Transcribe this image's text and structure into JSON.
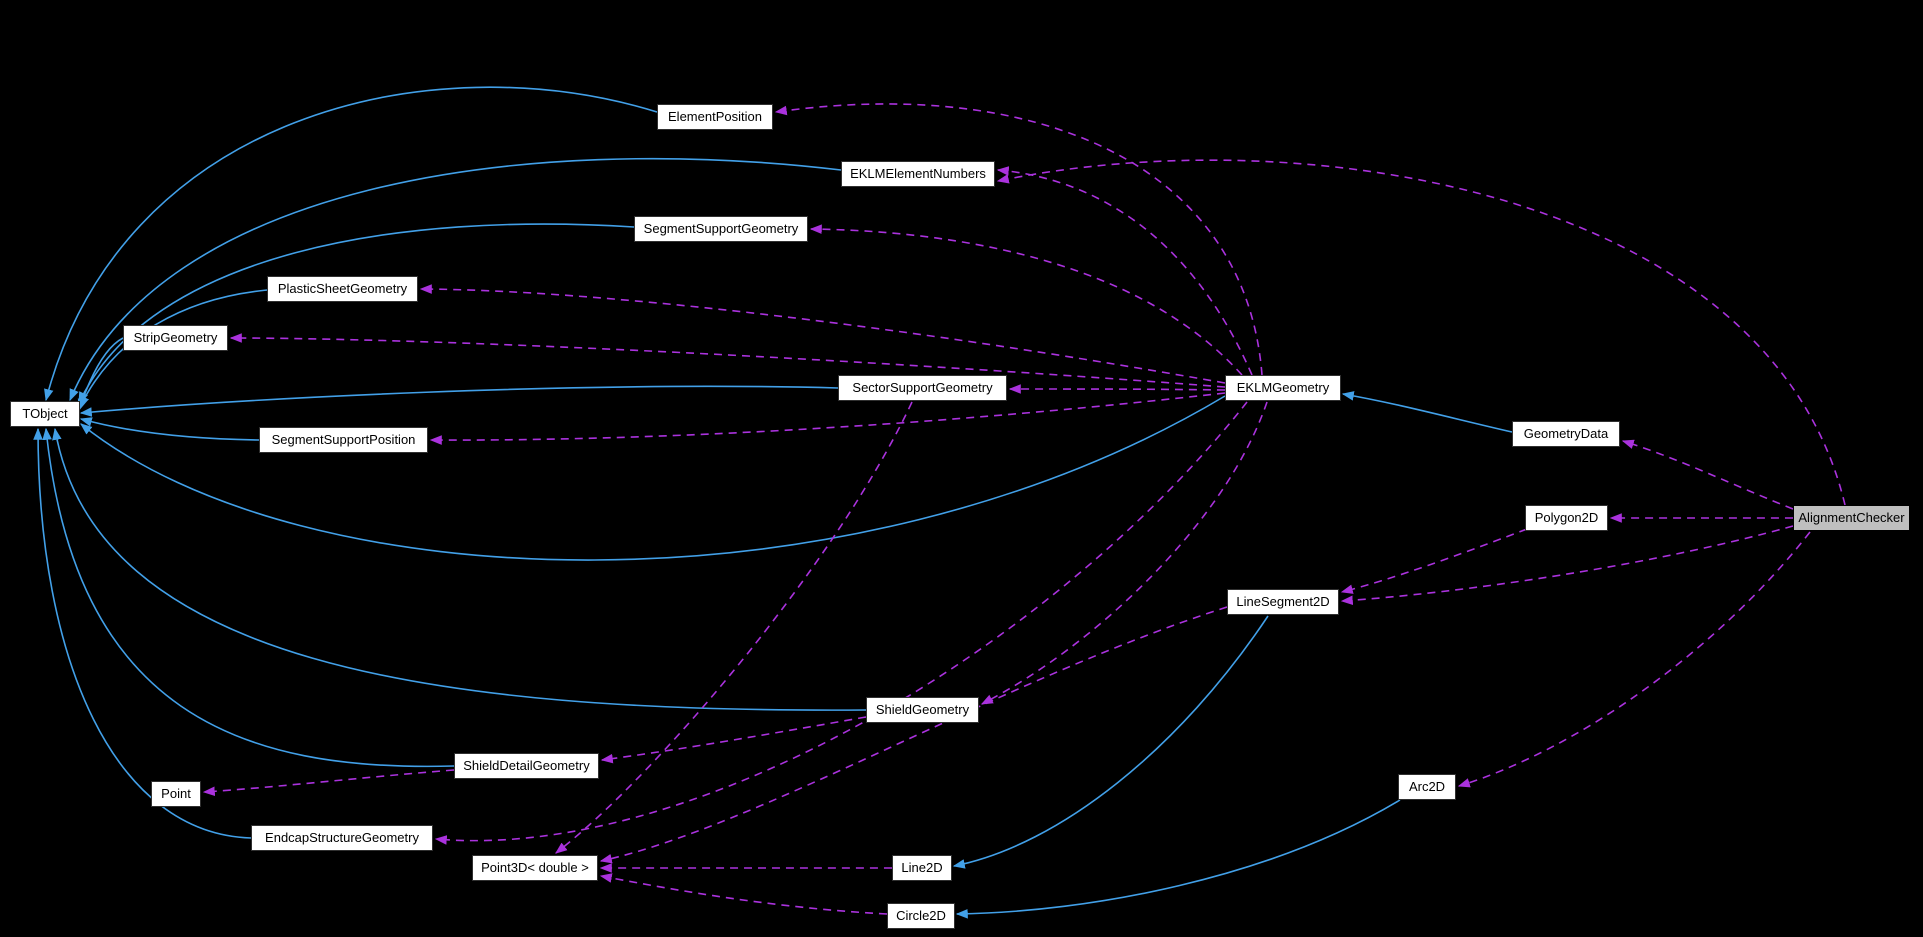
{
  "diagram": {
    "type": "collaboration-graph",
    "background_color": "#000000",
    "colors": {
      "inheritance_edge": "#42a0e8",
      "usage_edge": "#aa32dd",
      "node_fill": "#ffffff",
      "node_text": "#000000",
      "highlighted_node_fill": "#bfbfbf"
    },
    "nodes": {
      "element_position": {
        "label": "ElementPosition"
      },
      "eklm_element_numbers": {
        "label": "EKLMElementNumbers"
      },
      "segment_support_geometry": {
        "label": "SegmentSupportGeometry"
      },
      "plastic_sheet_geometry": {
        "label": "PlasticSheetGeometry"
      },
      "strip_geometry": {
        "label": "StripGeometry"
      },
      "tobject": {
        "label": "TObject"
      },
      "sector_support_geometry": {
        "label": "SectorSupportGeometry"
      },
      "segment_support_position": {
        "label": "SegmentSupportPosition"
      },
      "eklm_geometry": {
        "label": "EKLMGeometry"
      },
      "geometry_data": {
        "label": "GeometryData"
      },
      "polygon2d": {
        "label": "Polygon2D"
      },
      "alignment_checker": {
        "label": "AlignmentChecker",
        "highlighted": true
      },
      "line_segment2d": {
        "label": "LineSegment2D"
      },
      "shield_geometry": {
        "label": "ShieldGeometry"
      },
      "shield_detail_geometry": {
        "label": "ShieldDetailGeometry"
      },
      "point": {
        "label": "Point"
      },
      "endcap_structure_geometry": {
        "label": "EndcapStructureGeometry"
      },
      "point3d": {
        "label": "Point3D< double >"
      },
      "arc2d": {
        "label": "Arc2D"
      },
      "line2d": {
        "label": "Line2D"
      },
      "circle2d": {
        "label": "Circle2D"
      }
    },
    "edges": [
      {
        "from": "ElementPosition",
        "to": "TObject",
        "type": "inheritance"
      },
      {
        "from": "EKLMElementNumbers",
        "to": "TObject",
        "type": "inheritance"
      },
      {
        "from": "SegmentSupportGeometry",
        "to": "TObject",
        "type": "inheritance"
      },
      {
        "from": "PlasticSheetGeometry",
        "to": "TObject",
        "type": "inheritance"
      },
      {
        "from": "StripGeometry",
        "to": "TObject",
        "type": "inheritance"
      },
      {
        "from": "SectorSupportGeometry",
        "to": "TObject",
        "type": "inheritance"
      },
      {
        "from": "SegmentSupportPosition",
        "to": "TObject",
        "type": "inheritance"
      },
      {
        "from": "EKLMGeometry",
        "to": "TObject",
        "type": "inheritance"
      },
      {
        "from": "ShieldGeometry",
        "to": "TObject",
        "type": "inheritance"
      },
      {
        "from": "ShieldDetailGeometry",
        "to": "TObject",
        "type": "inheritance"
      },
      {
        "from": "EndcapStructureGeometry",
        "to": "TObject",
        "type": "inheritance"
      },
      {
        "from": "GeometryData",
        "to": "EKLMGeometry",
        "type": "inheritance"
      },
      {
        "from": "LineSegment2D",
        "to": "Line2D",
        "type": "inheritance"
      },
      {
        "from": "Arc2D",
        "to": "Circle2D",
        "type": "inheritance"
      },
      {
        "from": "EKLMGeometry",
        "to": "ElementPosition",
        "type": "usage"
      },
      {
        "from": "EKLMGeometry",
        "to": "EKLMElementNumbers",
        "type": "usage"
      },
      {
        "from": "AlignmentChecker",
        "to": "EKLMElementNumbers",
        "type": "usage"
      },
      {
        "from": "EKLMGeometry",
        "to": "SegmentSupportGeometry",
        "type": "usage"
      },
      {
        "from": "EKLMGeometry",
        "to": "PlasticSheetGeometry",
        "type": "usage"
      },
      {
        "from": "EKLMGeometry",
        "to": "StripGeometry",
        "type": "usage"
      },
      {
        "from": "EKLMGeometry",
        "to": "SectorSupportGeometry",
        "type": "usage"
      },
      {
        "from": "EKLMGeometry",
        "to": "SegmentSupportPosition",
        "type": "usage"
      },
      {
        "from": "EKLMGeometry",
        "to": "ShieldGeometry",
        "type": "usage"
      },
      {
        "from": "EKLMGeometry",
        "to": "EndcapStructureGeometry",
        "type": "usage"
      },
      {
        "from": "AlignmentChecker",
        "to": "GeometryData",
        "type": "usage"
      },
      {
        "from": "AlignmentChecker",
        "to": "Polygon2D",
        "type": "usage"
      },
      {
        "from": "AlignmentChecker",
        "to": "LineSegment2D",
        "type": "usage"
      },
      {
        "from": "AlignmentChecker",
        "to": "Arc2D",
        "type": "usage"
      },
      {
        "from": "Polygon2D",
        "to": "LineSegment2D",
        "type": "usage"
      },
      {
        "from": "LineSegment2D",
        "to": "Point3D< double >",
        "type": "usage"
      },
      {
        "from": "Line2D",
        "to": "Point3D< double >",
        "type": "usage"
      },
      {
        "from": "Circle2D",
        "to": "Point3D< double >",
        "type": "usage"
      },
      {
        "from": "SectorSupportGeometry",
        "to": "Point3D< double >",
        "type": "usage"
      },
      {
        "from": "ShieldDetailGeometry",
        "to": "Point",
        "type": "usage"
      },
      {
        "from": "ShieldGeometry",
        "to": "ShieldDetailGeometry",
        "type": "usage"
      }
    ]
  }
}
